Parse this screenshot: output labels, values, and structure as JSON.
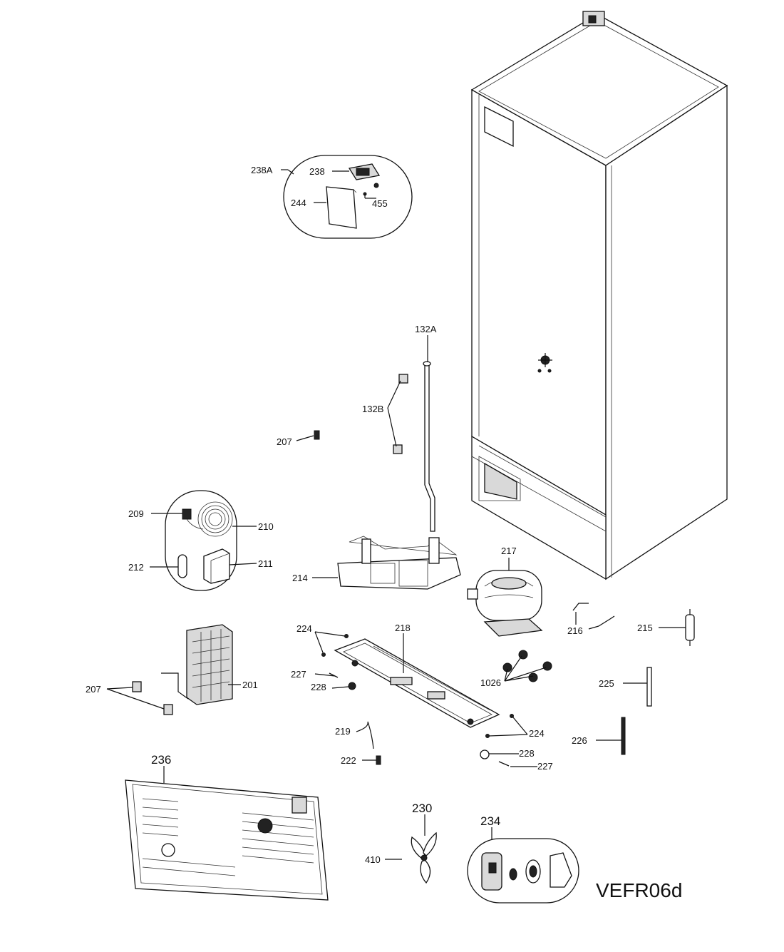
{
  "diagram_code": "VEFR06d",
  "labels": {
    "l238A": "238A",
    "l238": "238",
    "l244": "244",
    "l455": "455",
    "l132A": "132A",
    "l132B": "132B",
    "l207a": "207",
    "l209": "209",
    "l210": "210",
    "l212": "212",
    "l211": "211",
    "l214": "214",
    "l217": "217",
    "l216": "216",
    "l215": "215",
    "l224a": "224",
    "l218": "218",
    "l227a": "227",
    "l228a": "228",
    "l1026": "1026",
    "l225": "225",
    "l207b": "207",
    "l201": "201",
    "l219": "219",
    "l224b": "224",
    "l226": "226",
    "l228b": "228",
    "l222": "222",
    "l227b": "227",
    "l236": "236",
    "l230": "230",
    "l234": "234",
    "l410": "410"
  }
}
